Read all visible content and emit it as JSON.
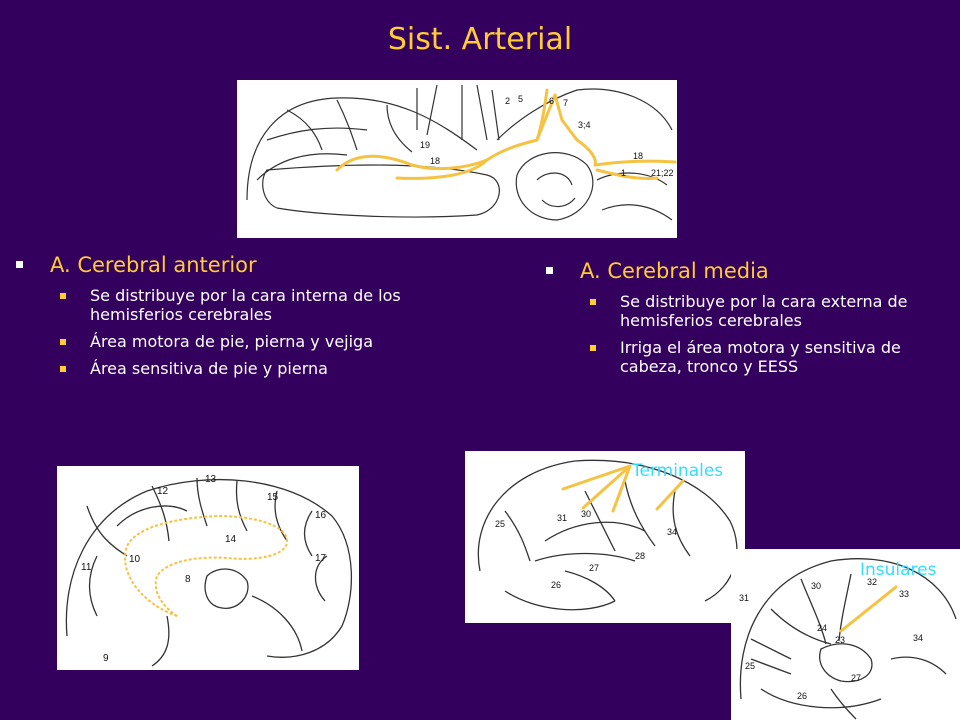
{
  "slide": {
    "title": "Sist. Arterial"
  },
  "left_column": {
    "heading": "A. Cerebral anterior",
    "items": [
      "Se distribuye por la cara interna de los hemisferios cerebrales",
      "Área motora de pie, pierna y vejiga",
      "Área sensitiva de pie y pierna"
    ]
  },
  "right_column": {
    "heading": "A. Cerebral media",
    "items": [
      "Se distribuye por la cara externa de hemisferios cerebrales",
      "Irriga el área motora y sensitiva de cabeza, tronco y EESS"
    ]
  },
  "figures": {
    "top_numbers": [
      "2",
      "5",
      "6",
      "7",
      "3;4",
      "19",
      "18",
      "18",
      "21;22",
      "1"
    ],
    "medial_numbers": [
      "12",
      "13",
      "15",
      "14",
      "16",
      "17",
      "10",
      "11",
      "8",
      "9"
    ],
    "lateral_numbers": [
      "31",
      "30",
      "25",
      "28",
      "27",
      "26",
      "34"
    ],
    "insular_numbers": [
      "31",
      "30",
      "32",
      "33",
      "24",
      "23",
      "34",
      "25",
      "26",
      "27"
    ],
    "terminales_label": "Terminales",
    "insulares_label": "Insulares"
  },
  "colors": {
    "background": "#33005e",
    "title": "#ffcc33",
    "heading": "#ffcc33",
    "body_text": "#ffffff",
    "figure_label": "#33ddff",
    "artery_highlight": "#f5c242"
  }
}
